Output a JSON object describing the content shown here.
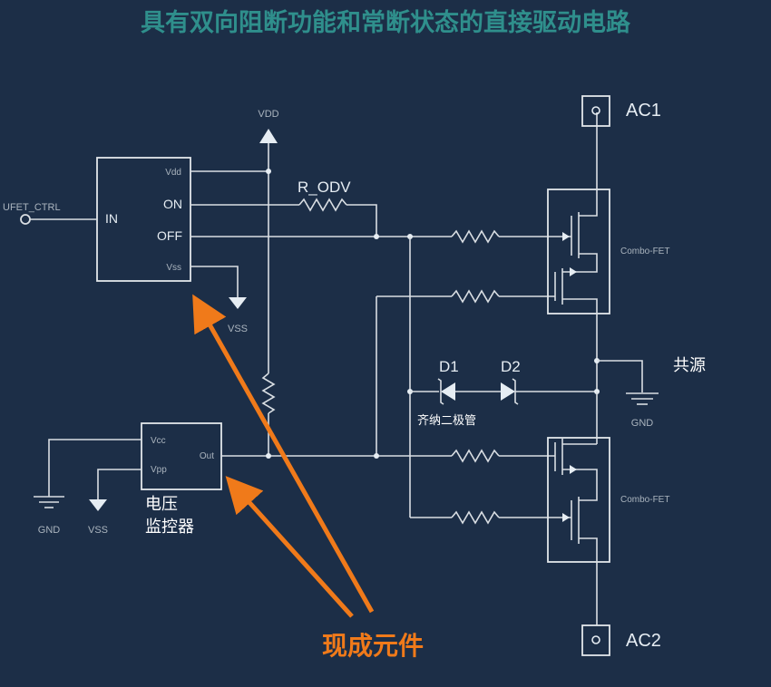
{
  "title": "具有双向阻断功能和常断状态的直接驱动电路",
  "driver": {
    "input_label": "UFET_CTRL",
    "pin_in": "IN",
    "pin_vdd": "Vdd",
    "pin_on": "ON",
    "pin_off": "OFF",
    "pin_vss": "Vss"
  },
  "supply": {
    "vdd_label": "VDD",
    "vss_label_top": "VSS",
    "gnd_label_left": "GND",
    "vss_label_left": "VSS",
    "gnd_label_right": "GND"
  },
  "resistor_odv": "R_ODV",
  "monitor": {
    "pin_vcc": "Vcc",
    "pin_vpp": "Vpp",
    "pin_out": "Out",
    "label_line1": "电压",
    "label_line2": "监控器"
  },
  "diodes": {
    "d1": "D1",
    "d2": "D2",
    "caption": "齐纳二极管"
  },
  "fets": {
    "top": "Combo-FET",
    "bottom": "Combo-FET"
  },
  "common_source": "共源",
  "terminals": {
    "ac1": "AC1",
    "ac2": "AC2"
  },
  "annotation": "现成元件",
  "colors": {
    "background": "#1c2e47",
    "title": "#2f8f8c",
    "wire": "#d9dee3",
    "annotation": "#f07a1a"
  }
}
